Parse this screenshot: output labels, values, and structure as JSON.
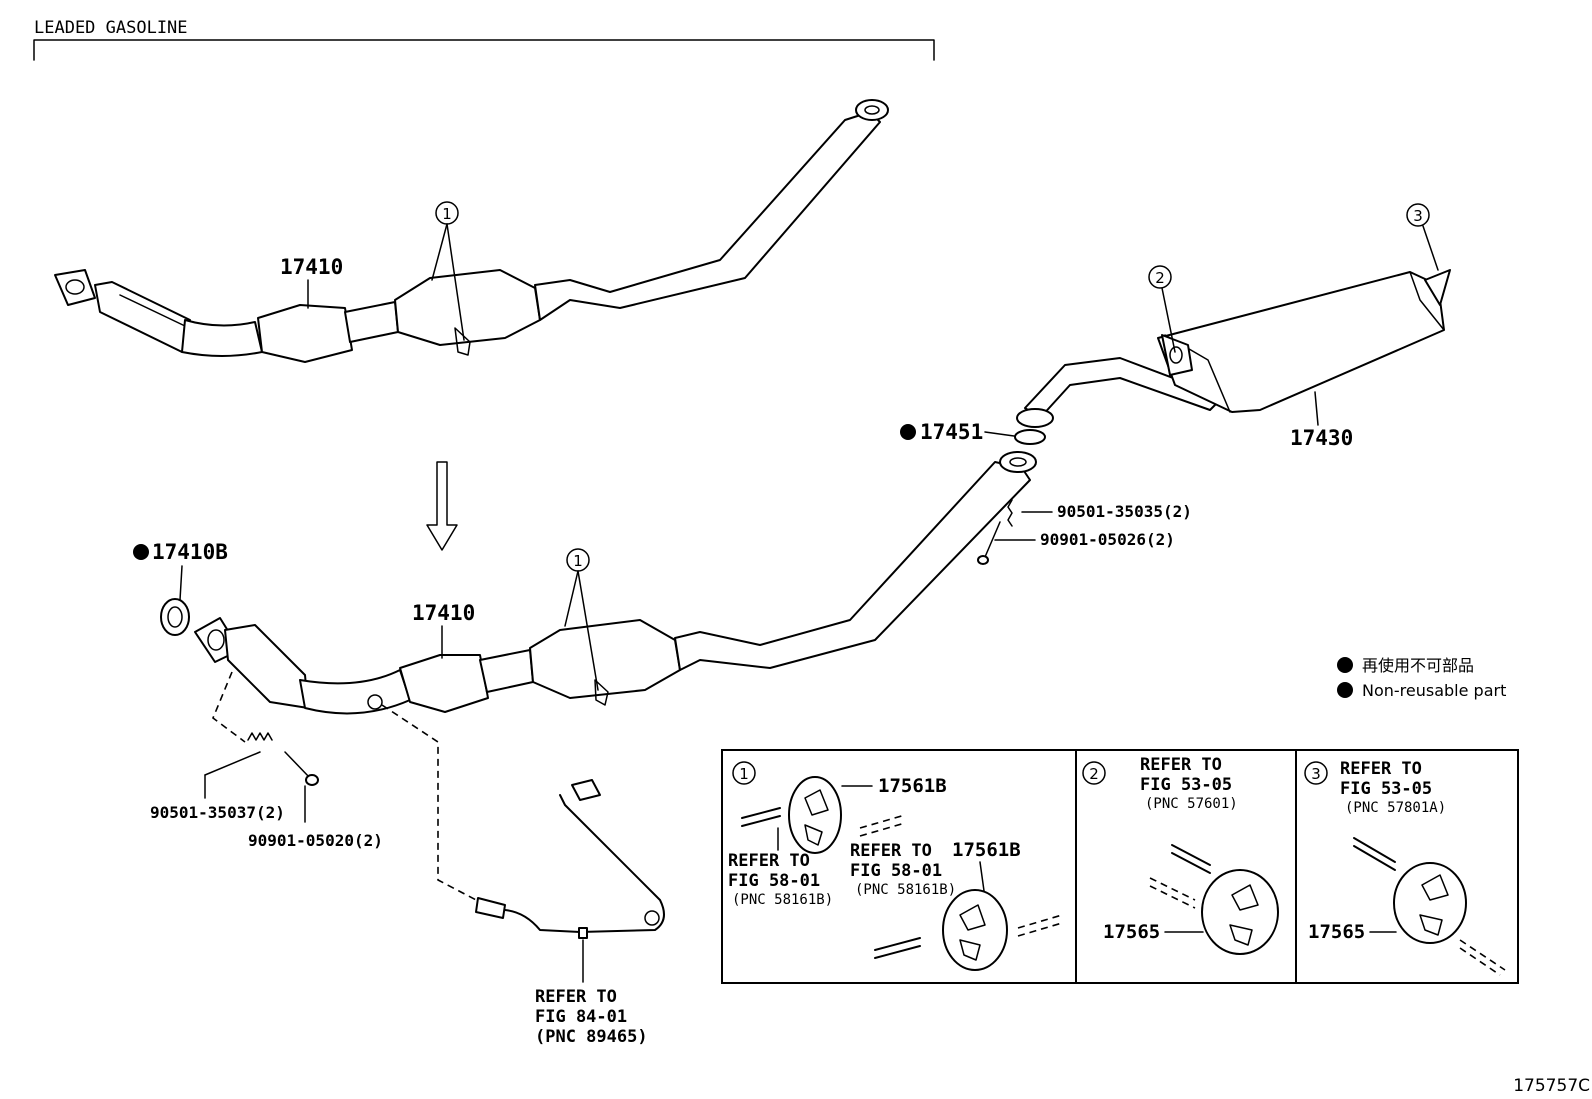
{
  "header": {
    "variant_label": "LEADED GASOLINE"
  },
  "parts": {
    "exhaust_pipe_top": "17410",
    "exhaust_pipe_bottom": "17410",
    "gasket_front": "17410B",
    "gasket_rear": "17451",
    "tailpipe": "17430",
    "spring_front": "90501-35037(2)",
    "bolt_front": "90901-05020(2)",
    "spring_rear": "90501-35035(2)",
    "bolt_rear": "90901-05026(2)",
    "hanger_1": "17561B",
    "hanger_1b": "17561B",
    "hanger_2": "17565",
    "hanger_3": "17565"
  },
  "callouts": {
    "c1": "1",
    "c2": "2",
    "c3": "3"
  },
  "refs": {
    "sensor": {
      "line1": "REFER TO",
      "line2": "FIG 84-01",
      "line3": "(PNC 89465)"
    },
    "inset1_a": {
      "line1": "REFER TO",
      "line2": "FIG 58-01",
      "line3": "(PNC 58161B)"
    },
    "inset1_b": {
      "line1": "REFER TO",
      "line2": "FIG 58-01",
      "line3": "(PNC 58161B)"
    },
    "inset2": {
      "line1": "REFER TO",
      "line2": "FIG 53-05",
      "line3": "(PNC 57601)"
    },
    "inset3": {
      "line1": "REFER TO",
      "line2": "FIG 53-05",
      "line3": "(PNC 57801A)"
    }
  },
  "legend": {
    "jp": "再使用不可部品",
    "en": "Non-reusable part"
  },
  "figure_number": "175757C"
}
